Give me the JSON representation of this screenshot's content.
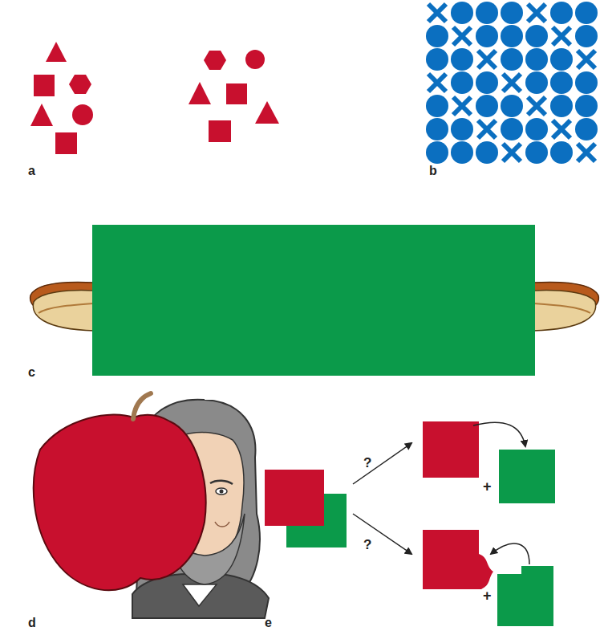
{
  "diagram": {
    "labels": [
      "a",
      "b",
      "c",
      "d",
      "e",
      "?",
      "?",
      "+",
      "+"
    ]
  }
}
